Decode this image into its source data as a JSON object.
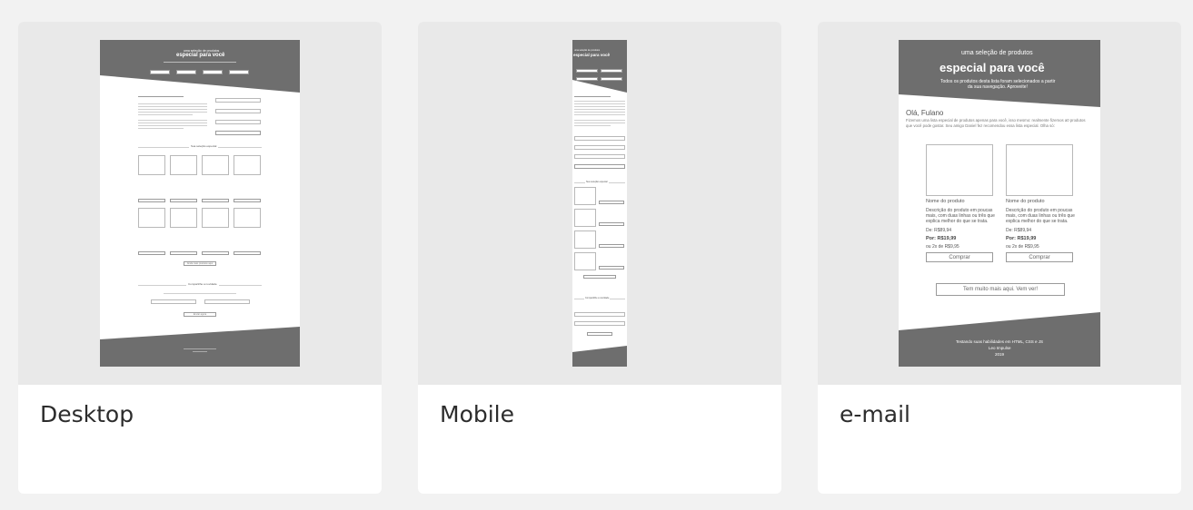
{
  "cards": [
    {
      "title": "Desktop"
    },
    {
      "title": "Mobile"
    },
    {
      "title": "e-mail"
    }
  ],
  "email_preview": {
    "kicker": "uma seleção de produtos",
    "headline": "especial para você",
    "subtitle_line1": "Todos os produtos desta lista foram selecionados a partir",
    "subtitle_line2": "da sua navegação. Aproveite!",
    "greeting": "Olá, Fulano",
    "intro_line1": "Fizemos uma lista especial de produtos apenas para você, isso mesmo: realmente fizemos a0 produtos",
    "intro_line2": "que você pode gostar. Seu amigo Daniel fez recomendou essa lista especial. Olha só:",
    "products": [
      {
        "name": "Nome do produto",
        "desc1": "Descrição do produto em poucas",
        "desc2": "mais, com duas linhas ou três que",
        "desc3": "explica melhor do que se trata.",
        "old_price": "De: R$89,94",
        "price": "Por: R$19,99",
        "installments": "ou 2x de R$9,95",
        "button": "Comprar"
      },
      {
        "name": "Nome do produto",
        "desc1": "Descrição do produto em poucas",
        "desc2": "mais, com duas linhas ou três que",
        "desc3": "explica melhor do que se trata.",
        "old_price": "De: R$89,94",
        "price": "Por: R$19,99",
        "installments": "ou 2x de R$9,95",
        "button": "Comprar"
      }
    ],
    "more_button": "Tem muito mais aqui. Vem ver!",
    "footer_line1": "Testando suas habilidades em HTML, CSS e JS",
    "footer_line2": "Leo Impulse",
    "footer_line3": "2019"
  },
  "desktop_preview": {
    "kicker": "uma seleção de produtos",
    "headline": "especial para você",
    "section_title": "Sua seleção especial",
    "more_button": "Ainda mais produtos aqui",
    "share_title": "Compartilhe a novidade",
    "send_button": "Enviar agora"
  },
  "mobile_preview": {
    "kicker": "uma seleção de produtos",
    "headline": "especial para você",
    "section_title": "Sua seleção especial",
    "share_title": "Compartilhe a novidade"
  }
}
